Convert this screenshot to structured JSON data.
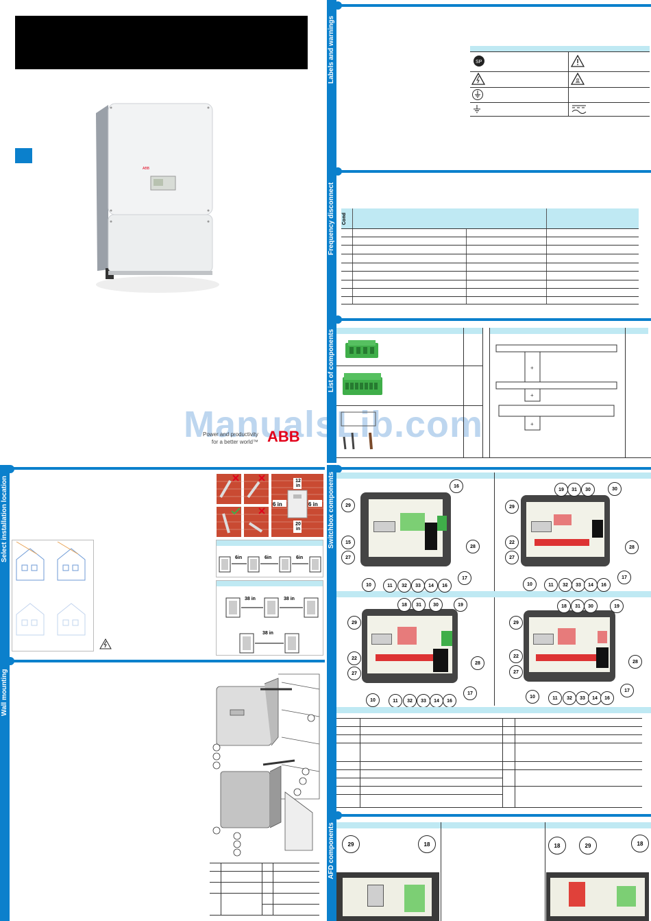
{
  "sections": {
    "labels_warnings": "Labels and warnings",
    "frequency_disconnect": "Frequency disconnect",
    "list_components": "List of components",
    "select_location": "Select installation location",
    "wall_mounting": "Wall mounting",
    "switchbox_components": "Switchbox components",
    "afd_components": "AFD components"
  },
  "freq_table": {
    "header_cond": "Cond"
  },
  "clearances": {
    "top": "12 in",
    "side_left": "6 in",
    "side_right": "6 in",
    "bottom": "20 in",
    "row1_gap": "6in",
    "row2_gap": "38 in",
    "row3_gap": "38 in"
  },
  "callouts_sb1": [
    "16",
    "29",
    "15",
    "27",
    "28",
    "17",
    "10",
    "11",
    "32",
    "33",
    "14",
    "16"
  ],
  "callouts_sb2": [
    "19",
    "31",
    "30",
    "30",
    "29",
    "22",
    "27",
    "28",
    "17",
    "10",
    "11",
    "32",
    "33",
    "14",
    "16"
  ],
  "callouts_sb3": [
    "18",
    "31",
    "30",
    "19",
    "29",
    "22",
    "27",
    "28",
    "17",
    "10",
    "11",
    "32",
    "33",
    "14",
    "16"
  ],
  "callouts_sb4": [
    "18",
    "31",
    "30",
    "19",
    "29",
    "22",
    "27",
    "28",
    "17",
    "10",
    "11",
    "32",
    "33",
    "14",
    "16"
  ],
  "afd_callouts": [
    "29",
    "18",
    "18",
    "29",
    "18"
  ],
  "watermark": "ManualsLib.com",
  "brand": {
    "logo": "ABB",
    "tagline_1": "Power and productivity",
    "tagline_2": "for a better world™"
  },
  "colors": {
    "accent": "#0b80cc",
    "header_fill": "#bfe9f3",
    "connector_green": "#3fae49"
  }
}
